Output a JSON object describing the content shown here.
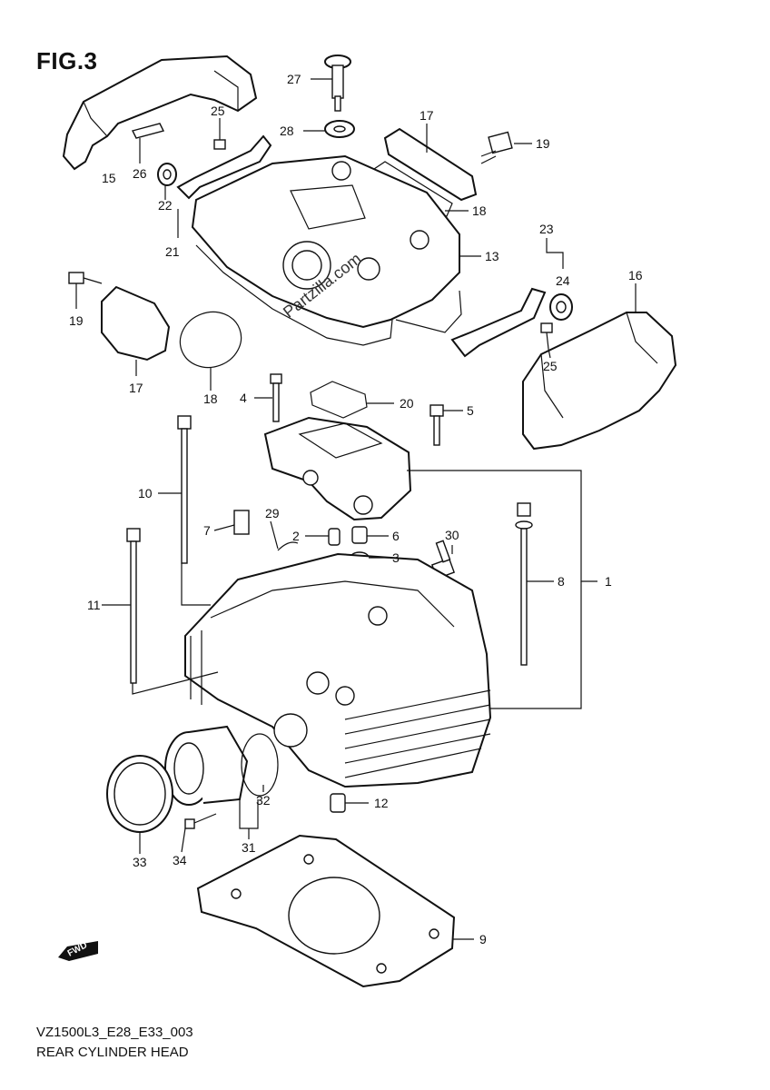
{
  "figure": {
    "title": "FIG.3",
    "model_code": "VZ1500L3_E28_E33_003",
    "subtitle": "REAR CYLINDER HEAD",
    "watermark": "Partzilla.com",
    "fwd_label": "FWD"
  },
  "callouts": [
    {
      "n": "1",
      "part": "cylinder-head"
    },
    {
      "n": "2",
      "part": "dowel-pin"
    },
    {
      "n": "3",
      "part": "o-ring"
    },
    {
      "n": "4",
      "part": "bolt"
    },
    {
      "n": "5",
      "part": "bolt"
    },
    {
      "n": "6",
      "part": "dowel-pin"
    },
    {
      "n": "7",
      "part": "plug"
    },
    {
      "n": "8",
      "part": "stud-bolt"
    },
    {
      "n": "9",
      "part": "cylinder-head-gasket"
    },
    {
      "n": "10",
      "part": "long-bolt"
    },
    {
      "n": "11",
      "part": "long-bolt"
    },
    {
      "n": "12",
      "part": "dowel-pin"
    },
    {
      "n": "13",
      "part": "cylinder-head-cover"
    },
    {
      "n": "15",
      "part": "cover-left"
    },
    {
      "n": "16",
      "part": "cover-right"
    },
    {
      "n": "17",
      "part": "cap"
    },
    {
      "n": "17",
      "part": "cap"
    },
    {
      "n": "18",
      "part": "gasket"
    },
    {
      "n": "18",
      "part": "gasket"
    },
    {
      "n": "19",
      "part": "bolt"
    },
    {
      "n": "19",
      "part": "bolt"
    },
    {
      "n": "20",
      "part": "gasket"
    },
    {
      "n": "21",
      "part": "bracket"
    },
    {
      "n": "22",
      "part": "cushion"
    },
    {
      "n": "23",
      "part": "bracket"
    },
    {
      "n": "24",
      "part": "cushion"
    },
    {
      "n": "25",
      "part": "screw"
    },
    {
      "n": "25",
      "part": "screw"
    },
    {
      "n": "26",
      "part": "plate"
    },
    {
      "n": "27",
      "part": "bolt"
    },
    {
      "n": "28",
      "part": "washer"
    },
    {
      "n": "29",
      "part": "clip"
    },
    {
      "n": "30",
      "part": "spark-plug"
    },
    {
      "n": "31",
      "part": "intake-pipe"
    },
    {
      "n": "32",
      "part": "o-ring"
    },
    {
      "n": "33",
      "part": "clamp"
    },
    {
      "n": "34",
      "part": "screw"
    }
  ]
}
